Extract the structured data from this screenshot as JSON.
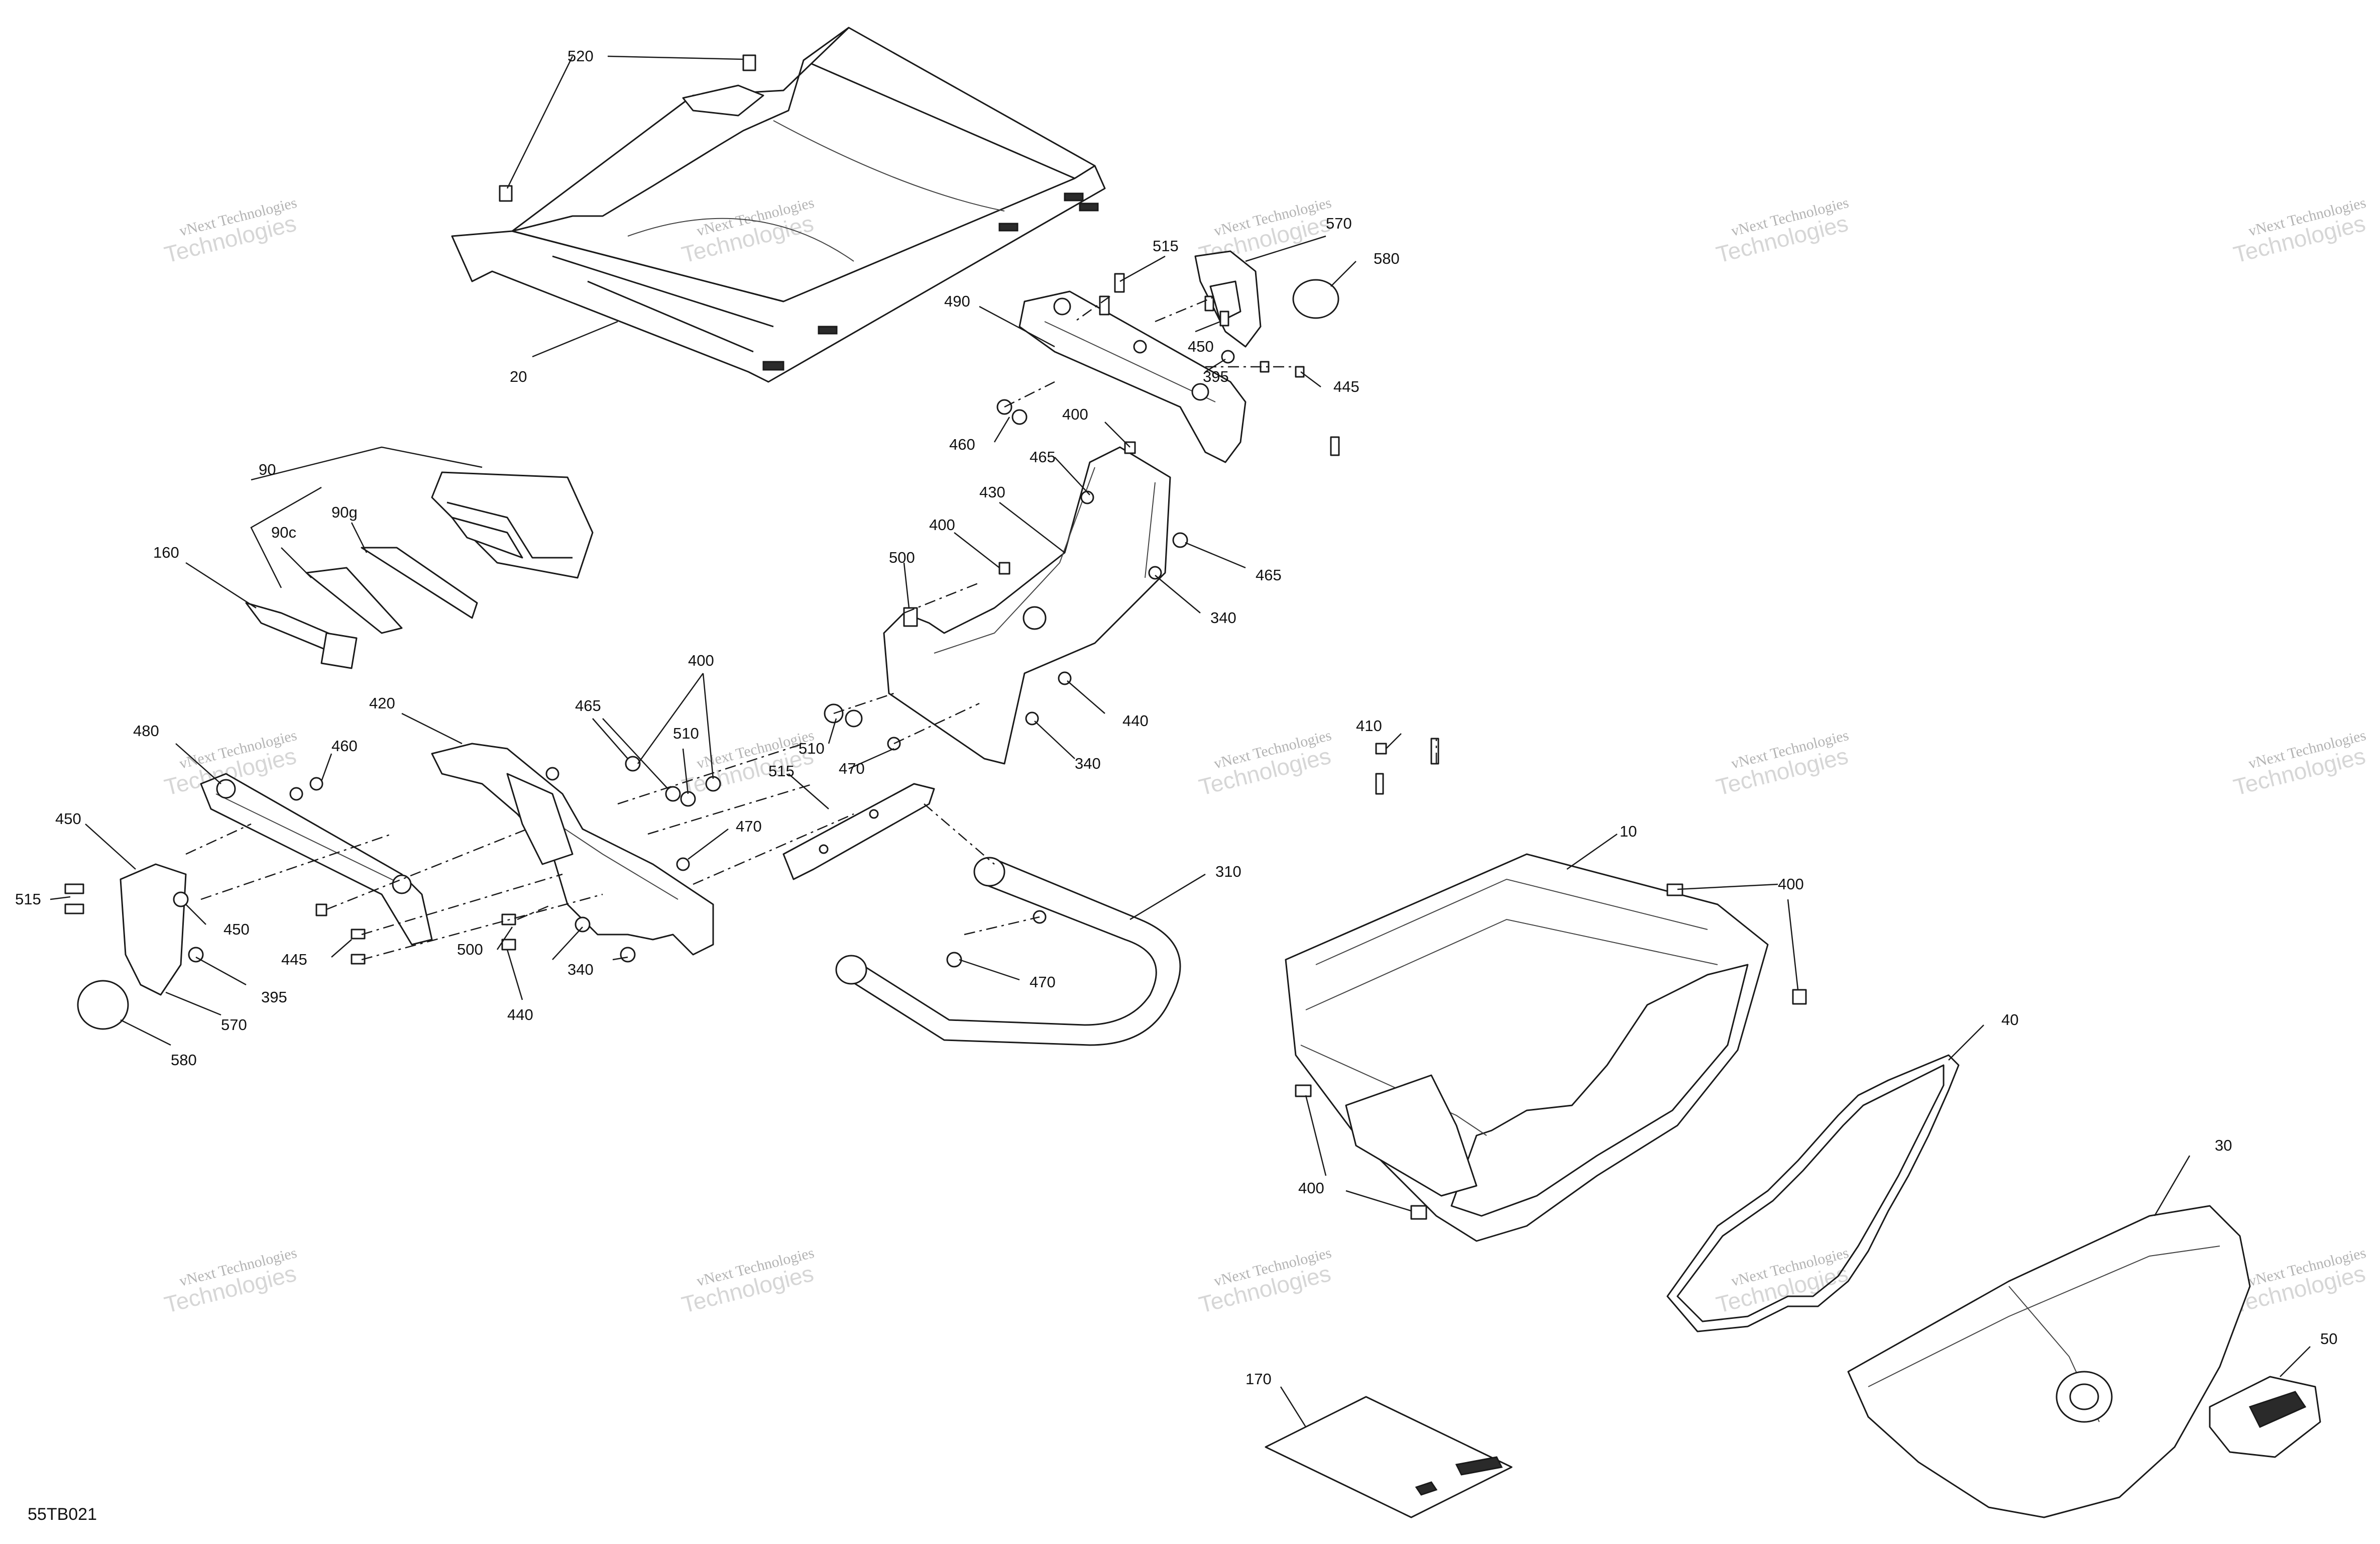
{
  "diagram_code": "55TB021",
  "watermark": {
    "line1": "vNext Technologies",
    "line2": "Technologies"
  },
  "callouts": {
    "c520": "520",
    "c20": "20",
    "c515a": "515",
    "c570a": "570",
    "c580a": "580",
    "c490": "490",
    "c450a": "450",
    "c395a": "395",
    "c445a": "445",
    "c400a": "400",
    "c460a": "460",
    "c465a": "465",
    "c430": "430",
    "c400b": "400",
    "c465b": "465",
    "c340a": "340",
    "c500a": "500",
    "c440a": "440",
    "c510a": "510",
    "c470a": "470",
    "c340b": "340",
    "c90": "90",
    "c90c": "90c",
    "c90g": "90g",
    "c160": "160",
    "c400c": "400",
    "c420": "420",
    "c465c": "465",
    "c510b": "510",
    "c515b": "515",
    "c480": "480",
    "c460b": "460",
    "c470b": "470",
    "c450b": "450",
    "c515c": "515",
    "c450c": "450",
    "c445b": "445",
    "c500b": "500",
    "c340c": "340",
    "c440b": "440",
    "c395b": "395",
    "c570b": "570",
    "c580b": "580",
    "c310": "310",
    "c470c": "470",
    "c410": "410",
    "c10": "10",
    "c400d": "400",
    "c40": "40",
    "c400e": "400",
    "c30": "30",
    "c50": "50",
    "c170": "170"
  }
}
